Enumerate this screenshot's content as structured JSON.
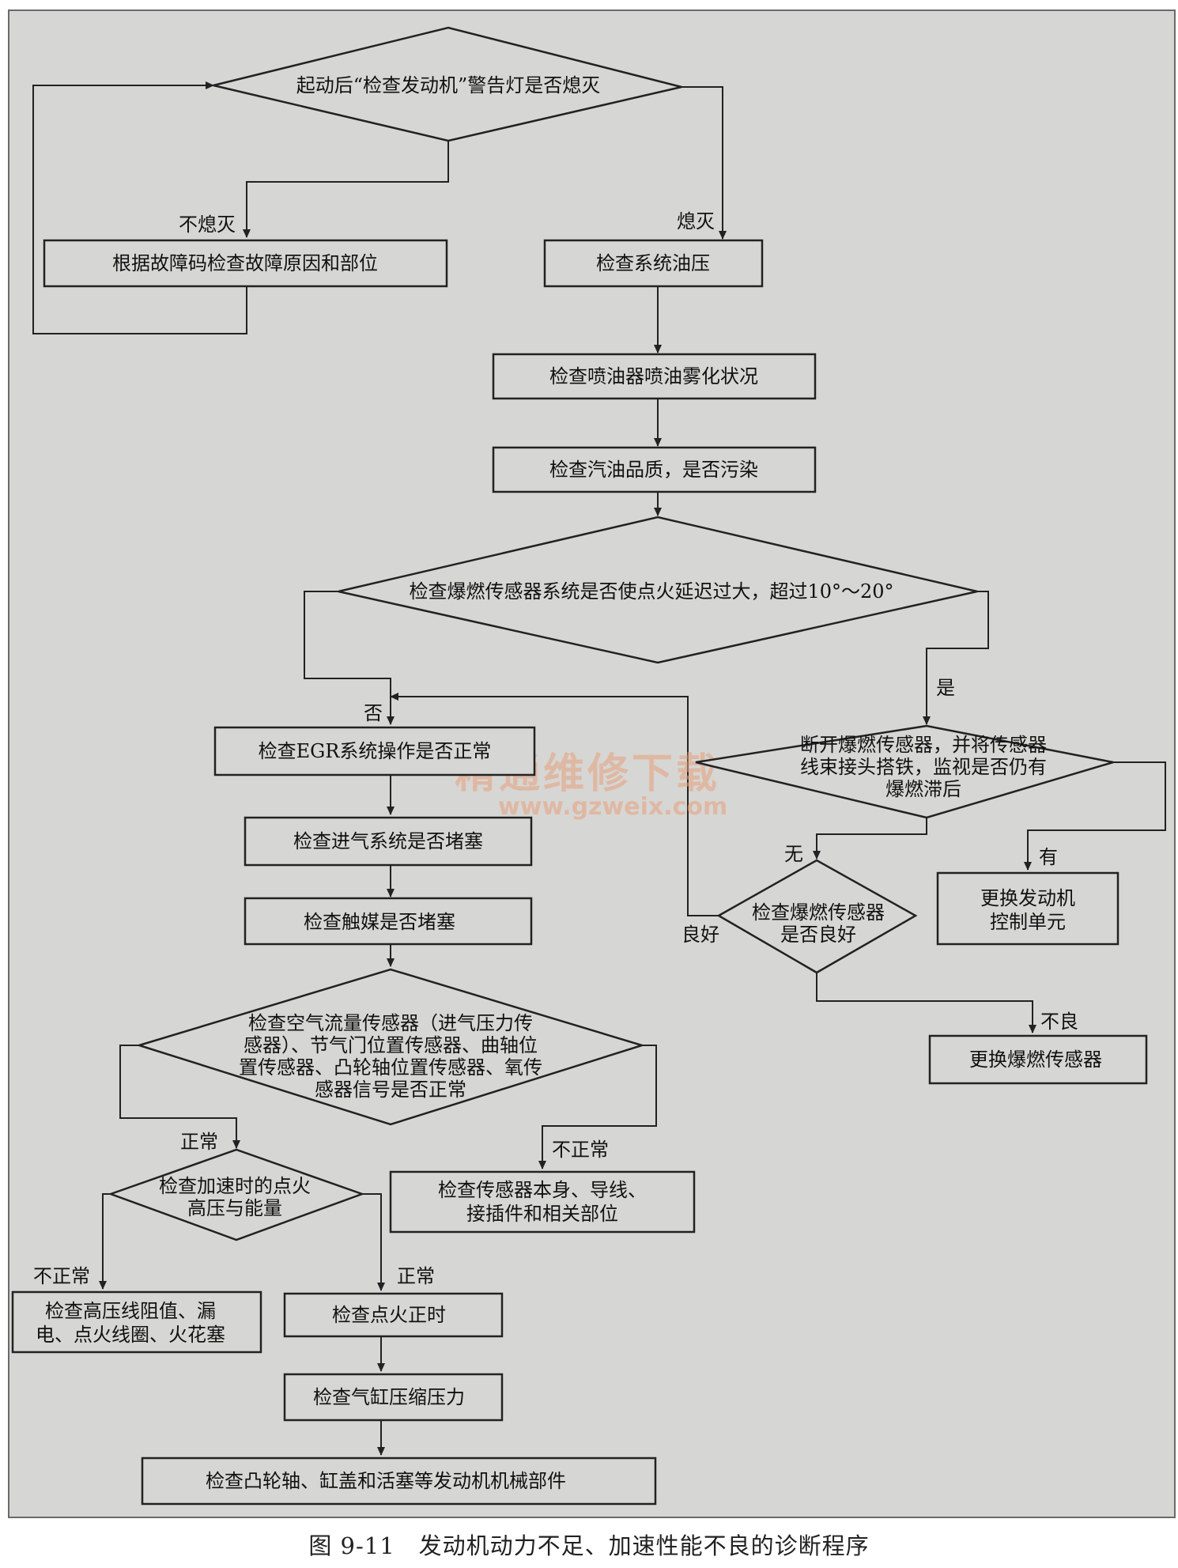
{
  "nodes": {
    "d1": "起动后“检查发动机”警告灯是否熄灭",
    "b_code": "根据故障码检查故障原因和部位",
    "b_oil": "检查系统油压",
    "b_inj": "检查喷油器喷油雾化状况",
    "b_fuel": "检查汽油品质，是否污染",
    "d2": "检查爆燃传感器系统是否使点火延迟过大，超过10°～20°",
    "b_egr": "检查EGR系统操作是否正常",
    "b_intake": "检查进气系统是否堵塞",
    "b_cat": "检查触媒是否堵塞",
    "d3": [
      "检查空气流量传感器（进气压力传",
      "感器）、节气门位置传感器、曲轴位",
      "置传感器、凸轮轴位置传感器、氧传",
      "感器信号是否正常"
    ],
    "d_knock": [
      "断开爆燃传感器，并将传感器",
      "线束接头搭铁，监视是否仍有",
      "爆燃滞后"
    ],
    "d_ks": [
      "检查爆燃传感器",
      "是否良好"
    ],
    "b_ecu": [
      "更换发动机",
      "控制单元"
    ],
    "b_ks": "更换爆燃传感器",
    "b_sensor": [
      "检查传感器本身、导线、",
      "接插件和相关部位"
    ],
    "d_ign": [
      "检查加速时的点火",
      "高压与能量"
    ],
    "b_hv": [
      "检查高压线阻值、漏",
      "电、点火线圈、火花塞"
    ],
    "b_timing": "检查点火正时",
    "b_comp": "检查气缸压缩压力",
    "b_mech": "检查凸轮轴、缸盖和活塞等发动机机械部件"
  },
  "labels": {
    "not_off": "不熄灭",
    "off": "熄灭",
    "no": "否",
    "yes": "是",
    "none": "无",
    "has": "有",
    "good": "良好",
    "bad": "不良",
    "normal_1": "正常",
    "abnormal_1": "不正常",
    "abnormal_2": "不正常",
    "normal_2": "正常"
  },
  "watermark": {
    "cn": "精通维修下载",
    "url": "www.gzweix.com"
  },
  "caption": "图 9-11　发动机动力不足、加速性能不良的诊断程序"
}
